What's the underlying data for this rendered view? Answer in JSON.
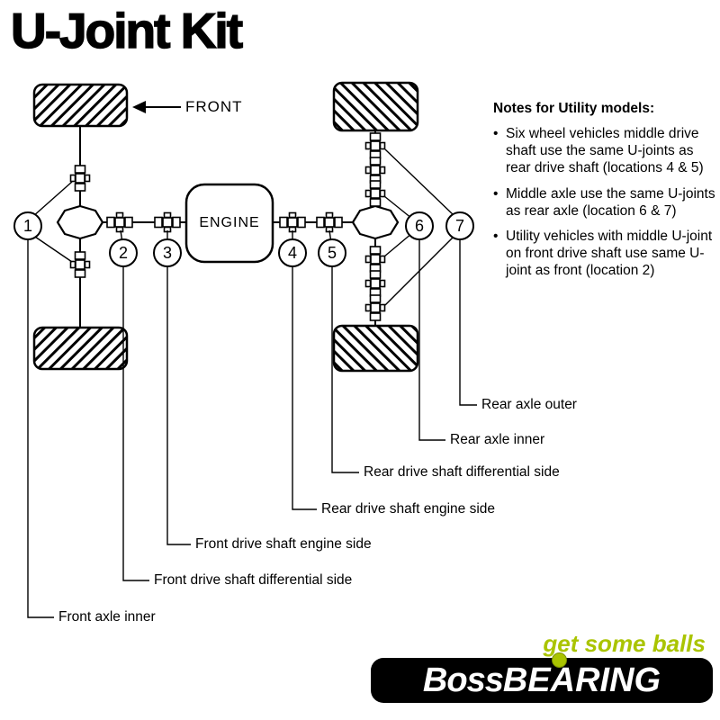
{
  "title": "U-Joint Kit",
  "diagram": {
    "front_label": "FRONT",
    "engine_label": "ENGINE",
    "markers": [
      "1",
      "2",
      "3",
      "4",
      "5",
      "6",
      "7"
    ]
  },
  "notes": {
    "heading": "Notes for Utility models:",
    "items": [
      "Six wheel vehicles middle drive shaft use the same U-joints as rear drive shaft (locations 4 & 5)",
      "Middle axle use the same U-joints as rear axle (location 6 & 7)",
      "Utility vehicles with middle U-joint on front drive shaft use same U-joint as front (location 2)"
    ]
  },
  "callouts": {
    "rear_axle_outer": "Rear axle outer",
    "rear_axle_inner": "Rear axle inner",
    "rear_drive_diff": "Rear drive shaft differential side",
    "rear_drive_engine": "Rear drive shaft engine side",
    "front_drive_engine": "Front drive shaft engine side",
    "front_drive_diff": "Front drive shaft differential side",
    "front_axle_inner": "Front axle inner"
  },
  "logo": {
    "tagline": "get some balls",
    "brand_part1": "Boss",
    "brand_part2": "BEARING"
  },
  "colors": {
    "accent_green": "#aac400",
    "line_black": "#000000"
  }
}
